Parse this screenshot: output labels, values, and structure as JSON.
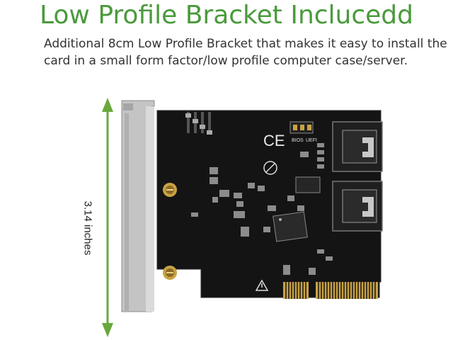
{
  "heading": "Low Profile Bracket Inclucedd",
  "description_lines": [
    "Additional 8cm Low Profile Bracket that makes it easy to install the",
    "card in a small form factor/low profile computer case/server."
  ],
  "dimension_label": "3.14 inches",
  "colors": {
    "heading": "#4a9a3c",
    "arrow": "#6aa83c",
    "pcb": "#141414",
    "gold": "#c9a243",
    "bracket": "#b9b9b9"
  },
  "board_text": {
    "ce": "CE",
    "jumper_bios": "BIOS",
    "jumper_uefi": "UEFI"
  },
  "icons": [
    "dimension-arrow-icon",
    "ce-mark-icon",
    "pb-free-icon",
    "esd-warning-icon",
    "sata-port-icon"
  ]
}
